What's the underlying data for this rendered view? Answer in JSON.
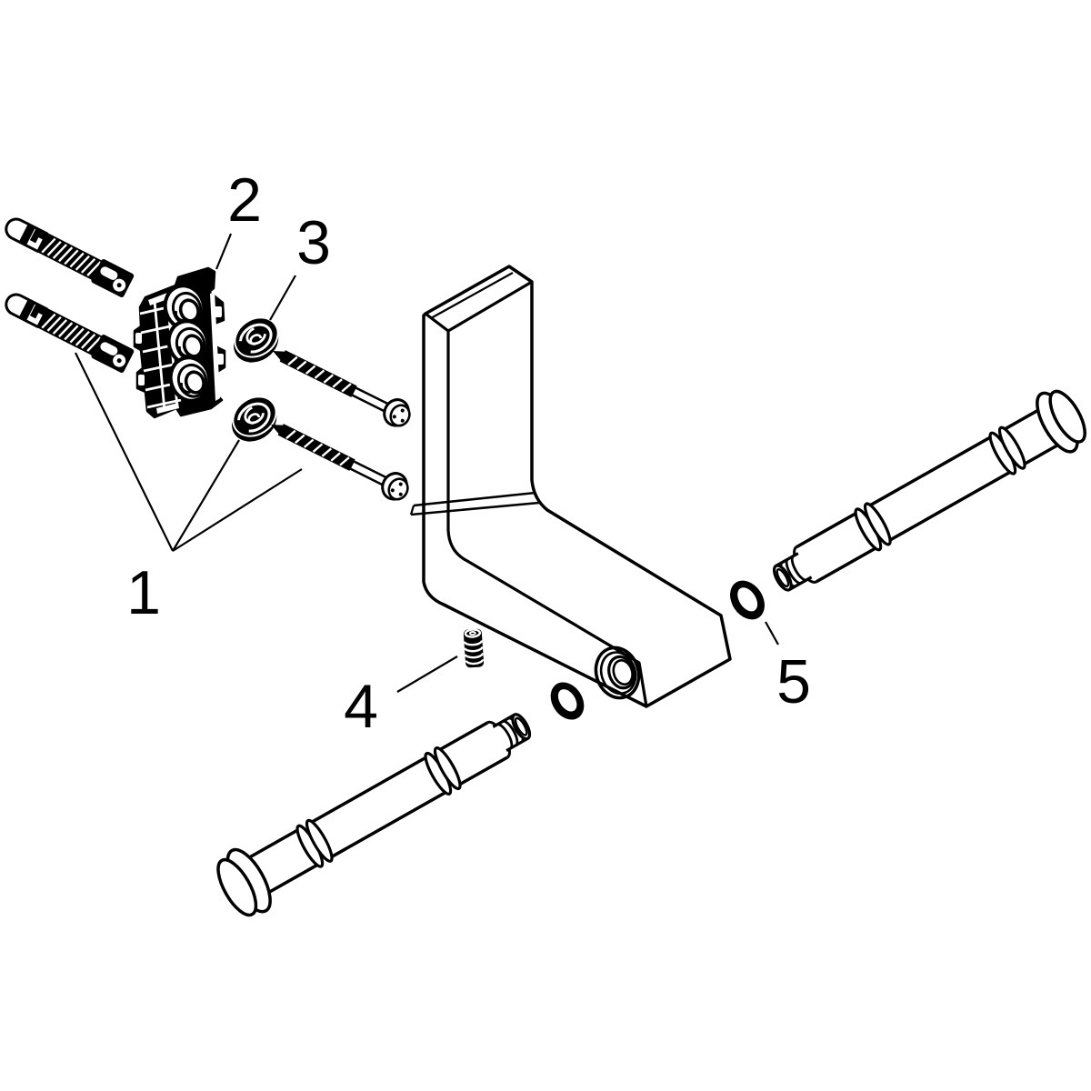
{
  "diagram": {
    "type": "exploded-assembly-drawing",
    "background_color": "#ffffff",
    "line_color": "#000000",
    "parts": [
      {
        "label": "1",
        "name": "wall-anchor-set"
      },
      {
        "label": "2",
        "name": "mounting-plate"
      },
      {
        "label": "3",
        "name": "washer"
      },
      {
        "label": "4",
        "name": "set-screw"
      },
      {
        "label": "5",
        "name": "o-ring"
      }
    ],
    "unlabeled_parts": [
      {
        "name": "fixing-screw"
      },
      {
        "name": "l-shaped-bracket"
      },
      {
        "name": "roll-holder-bar"
      }
    ]
  }
}
